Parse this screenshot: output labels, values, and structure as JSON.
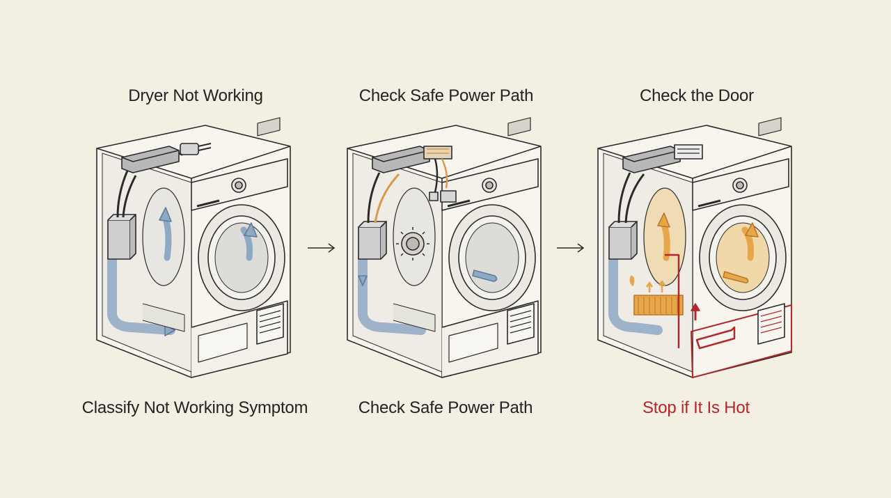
{
  "steps": [
    {
      "title": "Dryer Not Working",
      "caption": "Classify Not Working Symptom"
    },
    {
      "title": "Check Safe Power Path",
      "caption": "Check Safe Power Path"
    },
    {
      "title": "Check the Door",
      "caption": "Stop if It Is Hot"
    }
  ],
  "colors": {
    "background": "#f3efe3",
    "ink": "#2a2a2a",
    "airflow": "#8fa9c4",
    "wire_orange": "#d9984a",
    "heat": "#e8a64a",
    "warning_red": "#b3262b"
  }
}
